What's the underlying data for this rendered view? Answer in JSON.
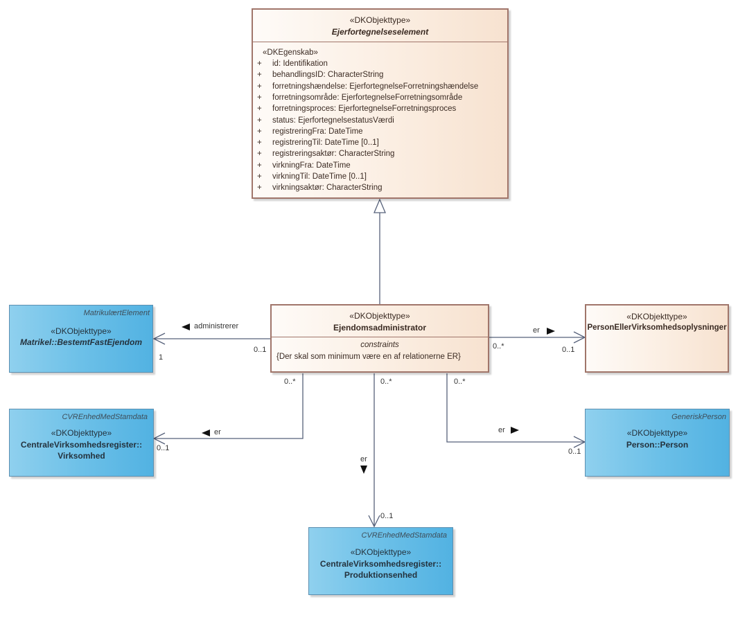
{
  "classes": {
    "ejerfortegnelseselement": {
      "stereotype": "«DKObjekttype»",
      "name": "Ejerfortegnelseselement",
      "attr_stereotype": "«DKEgenskab»",
      "attributes": [
        {
          "vis": "+",
          "text": "id: Identifikation"
        },
        {
          "vis": "+",
          "text": "behandlingsID: CharacterString"
        },
        {
          "vis": "+",
          "text": "forretningshændelse: EjerfortegnelseForretningshændelse"
        },
        {
          "vis": "+",
          "text": "forretningsområde: EjerfortegnelseForretningsområde"
        },
        {
          "vis": "+",
          "text": "forretningsproces: EjerfortegnelseForretningsproces"
        },
        {
          "vis": "+",
          "text": "status: EjerfortegnelsestatusVærdi"
        },
        {
          "vis": "+",
          "text": "registreringFra: DateTime"
        },
        {
          "vis": "+",
          "text": "registreringTil: DateTime [0..1]"
        },
        {
          "vis": "+",
          "text": "registreringsaktør: CharacterString"
        },
        {
          "vis": "+",
          "text": "virkningFra: DateTime"
        },
        {
          "vis": "+",
          "text": "virkningTil: DateTime [0..1]"
        },
        {
          "vis": "+",
          "text": "virkningsaktør: CharacterString"
        }
      ]
    },
    "ejendomsadministrator": {
      "stereotype": "«DKObjekttype»",
      "name": "Ejendomsadministrator",
      "constraints_label": "constraints",
      "constraint": "{Der skal som minimum være en af relationerne ER}"
    },
    "bestemt_fast_ejendom": {
      "tag": "MatrikulærtElement",
      "stereotype": "«DKObjekttype»",
      "name": "Matrikel::BestemtFastEjendom"
    },
    "person_eller_virksomhed": {
      "stereotype": "«DKObjekttype»",
      "name": "PersonEllerVirksomhedsoplysninger"
    },
    "virksomhed": {
      "tag": "CVREnhedMedStamdata",
      "stereotype": "«DKObjekttype»",
      "name_line1": "CentraleVirksomhedsregister::",
      "name_line2": "Virksomhed"
    },
    "person": {
      "tag": "GeneriskPerson",
      "stereotype": "«DKObjekttype»",
      "name": "Person::Person"
    },
    "produktionsenhed": {
      "tag": "CVREnhedMedStamdata",
      "stereotype": "«DKObjekttype»",
      "name_line1": "CentraleVirksomhedsregister::",
      "name_line2": "Produktionsenhed"
    }
  },
  "associations": {
    "administrerer": {
      "label": "administrerer",
      "source_mult": "0..1",
      "target_mult": "1"
    },
    "er_person_eller_virksomhed": {
      "label": "er",
      "source_mult": "0..*",
      "target_mult": "0..1"
    },
    "er_virksomhed": {
      "label": "er",
      "source_mult": "0..*",
      "target_mult": "0..1"
    },
    "er_produktionsenhed": {
      "label": "er",
      "source_mult": "0..*",
      "target_mult": "0..1"
    },
    "er_person": {
      "label": "er",
      "source_mult": "0..*",
      "target_mult": "0..1"
    }
  },
  "colors": {
    "cream_border": "#a0756a",
    "blue_fill": "#6cc0e8",
    "line": "#56617a"
  }
}
